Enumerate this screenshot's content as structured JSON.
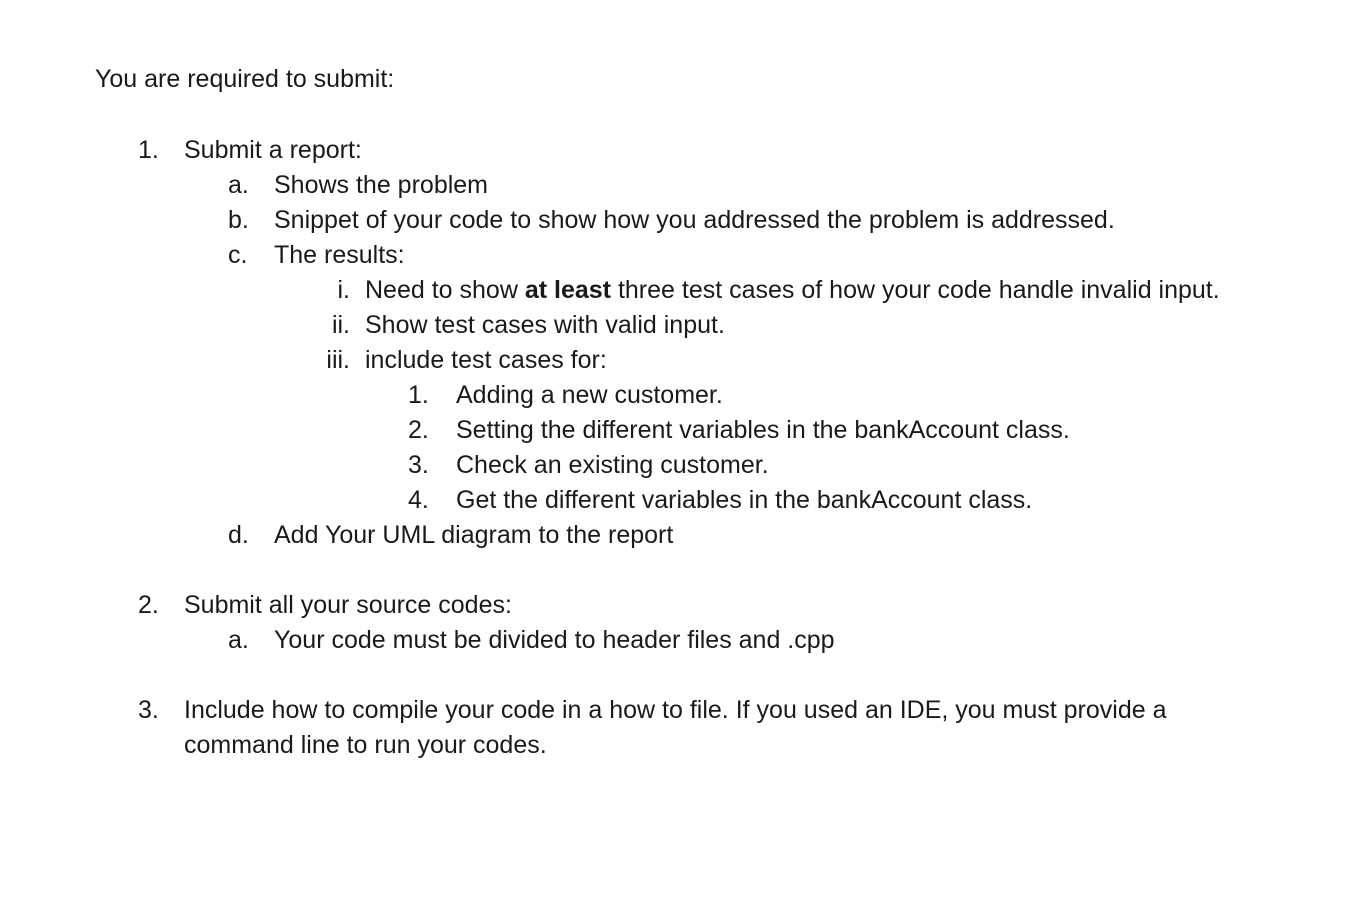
{
  "document": {
    "intro": "You are required to submit:",
    "items": [
      {
        "marker": "1.",
        "text": "Submit a report:",
        "children": [
          {
            "marker": "a.",
            "text": "Shows the problem"
          },
          {
            "marker": "b.",
            "text": "Snippet of your code to show how you addressed the problem is addressed."
          },
          {
            "marker": "c.",
            "text": "The results:",
            "children": [
              {
                "marker": "i.",
                "text_before_bold": "Need to show ",
                "bold": "at least",
                "text_after_bold": " three test cases of how your code handle invalid input."
              },
              {
                "marker": "ii.",
                "text": "Show test cases with valid input."
              },
              {
                "marker": "iii.",
                "text": "include test cases for:",
                "children": [
                  {
                    "marker": "1.",
                    "text": "Adding a new customer."
                  },
                  {
                    "marker": "2.",
                    "text": "Setting the different variables in the bankAccount class."
                  },
                  {
                    "marker": "3.",
                    "text": "Check an existing customer."
                  },
                  {
                    "marker": "4.",
                    "text": "Get the different variables in the bankAccount class."
                  }
                ]
              }
            ]
          },
          {
            "marker": "d.",
            "text": "Add Your UML diagram to the report"
          }
        ]
      },
      {
        "marker": "2.",
        "text": "Submit all your source codes:",
        "children": [
          {
            "marker": "a.",
            "text": "Your code must be divided to header files and .cpp"
          }
        ]
      },
      {
        "marker": "3.",
        "text": "Include how to compile your code in a how to file. If you used an IDE, you must provide a command line to run your codes."
      }
    ]
  },
  "colors": {
    "text": "#1a1a1a",
    "background": "#ffffff"
  }
}
